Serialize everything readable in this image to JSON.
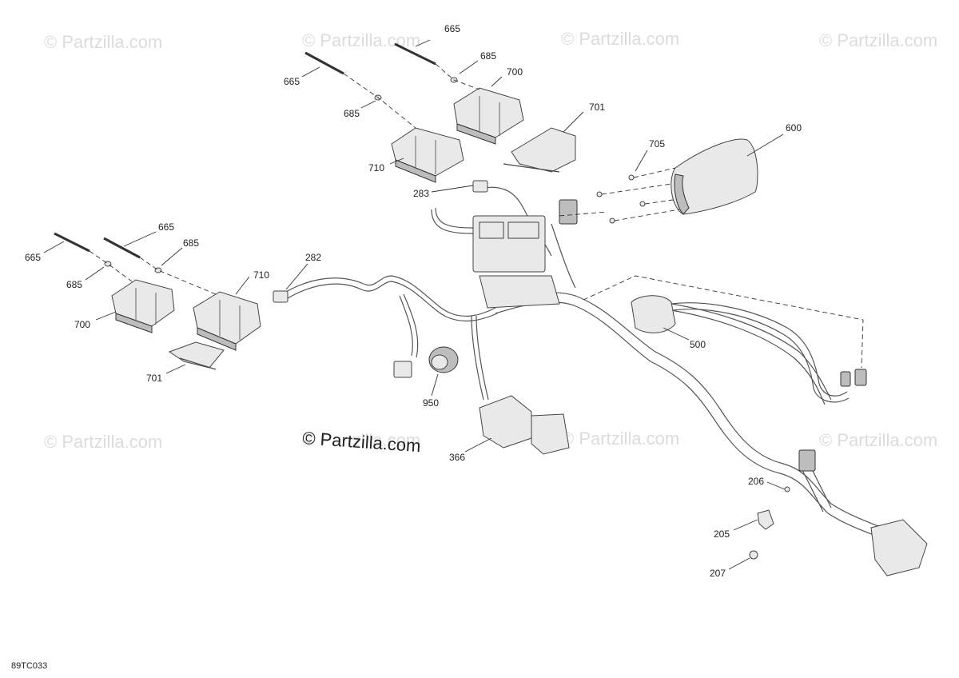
{
  "watermarks": [
    "© Partzilla.com",
    "© Partzilla.com",
    "© Partzilla.com",
    "© Partzilla.com",
    "© Partzilla.com",
    "© Partzilla.com",
    "© Partzilla.com",
    "© Partzilla.com"
  ],
  "main_watermark": "© Partzilla.com",
  "diagram_code": "89TC033",
  "callouts": {
    "c665_top_right": "665",
    "c685_top_right": "685",
    "c700_top": "700",
    "c665_top_left": "665",
    "c685_top_left": "685",
    "c701_top": "701",
    "c710_top": "710",
    "c283": "283",
    "c705": "705",
    "c600": "600",
    "c665_left_a": "665",
    "c665_left_b": "665",
    "c685_left_a": "685",
    "c685_left_b": "685",
    "c282": "282",
    "c710_left": "710",
    "c700_left": "700",
    "c701_left": "701",
    "c500": "500",
    "c950": "950",
    "c366": "366",
    "c206": "206",
    "c205": "205",
    "c207": "207"
  }
}
